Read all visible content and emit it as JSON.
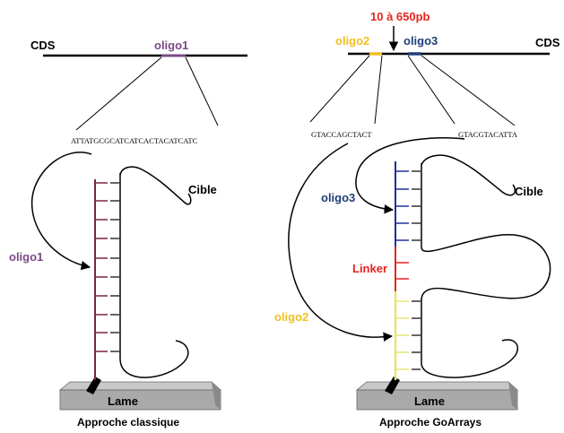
{
  "left": {
    "cds_label": "CDS",
    "oligo_top": "oligo1",
    "sequence": "ATTATGCGCATCATCACTACATCATC",
    "cible": "Cible",
    "oligo_side": "oligo1",
    "lame": "Lame",
    "caption": "Approche classique"
  },
  "right": {
    "size_label": "10 à 650pb",
    "oligo2_top": "oligo2",
    "oligo3_top": "oligo3",
    "cds_label": "CDS",
    "seq_left": "GTACCAGCTACT",
    "seq_right": "GTACGTACATTA",
    "oligo3_side": "oligo3",
    "cible": "Cible",
    "linker": "Linker",
    "oligo2_side": "oligo2",
    "lame": "Lame",
    "caption": "Approche GoArrays"
  },
  "colors": {
    "oligo1": "#7b4a87",
    "oligo1_probe": "#7a2444",
    "oligo2": "#f0c020",
    "oligo2_probe": "#e6e676",
    "oligo3": "#1f3f78",
    "oligo3_probe": "#1f2f9a",
    "linker": "#e8231e",
    "size_label": "#e8231e",
    "slide_top": "#c8c8c8",
    "slide_front": "#a9a9a9",
    "slide_side": "#8a8a8a"
  }
}
